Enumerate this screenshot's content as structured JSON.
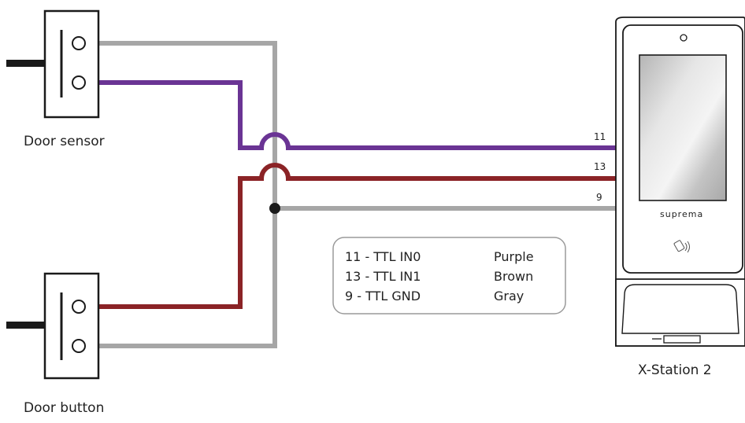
{
  "labels": {
    "door_sensor": "Door sensor",
    "door_button": "Door button",
    "device": "X-Station 2",
    "brand": "suprema"
  },
  "pins": {
    "in0": "11",
    "in1": "13",
    "gnd": "9"
  },
  "legend": [
    {
      "pin": "11 - TTL IN0",
      "color": "Purple"
    },
    {
      "pin": "13 - TTL IN1",
      "color": "Brown"
    },
    {
      "pin": "9 - TTL GND",
      "color": "Gray"
    }
  ],
  "wire_colors": {
    "purple": "#6a3494",
    "brown": "#8b2326",
    "gray": "#a6a6a6"
  },
  "icons": {
    "nfc": "nfc-icon",
    "camera": "camera-icon"
  }
}
